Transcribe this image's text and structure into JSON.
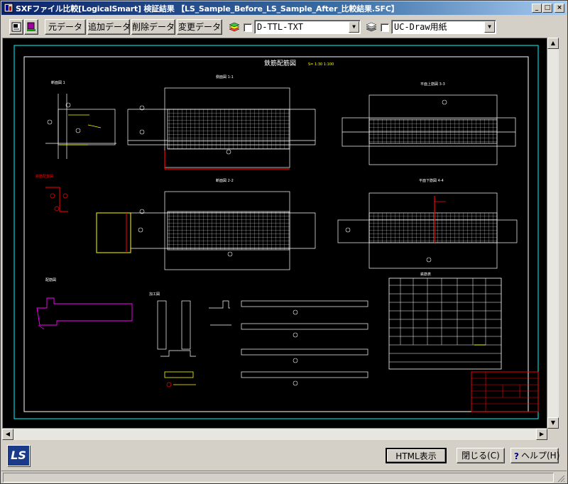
{
  "window": {
    "title": "SXFファイル比較[LogicalSmart] 検証結果 【LS_Sample_Before_LS_Sample_After_比較結果.SFC】",
    "minimize_glyph": "_",
    "maximize_glyph": "□",
    "close_glyph": "×"
  },
  "toolbar": {
    "original_data_label": "元データ",
    "added_data_label": "追加データ",
    "deleted_data_label": "削除データ",
    "changed_data_label": "変更データ",
    "layer_select_value": "D-TTL-TXT",
    "paper_select_value": "UC-Draw用紙"
  },
  "drawing": {
    "title": "鉄筋配筋図",
    "scale_text": "S= 1:30 1:100",
    "view_labels": [
      "断面図 1",
      "側面図 1-1",
      "平面上筋図 3-3",
      "断面図 2-2",
      "平面下筋図 4-4",
      "鉄筋表"
    ],
    "red_label": "鉄筋配置図",
    "magenta_label": "配筋図",
    "yellow_label": "加工図"
  },
  "footer": {
    "logo_text": "LS",
    "html_button_label": "HTML表示",
    "close_button_label": "閉じる(C)",
    "help_button_label": "ヘルプ(H)"
  },
  "colors": {
    "title_bar": "#0a246a",
    "canvas_bg": "#000000",
    "drawing_line": "#ffffff",
    "added": "#ffff00",
    "deleted": "#ff0000",
    "changed": "#ff00ff",
    "frame": "#00ffff"
  }
}
